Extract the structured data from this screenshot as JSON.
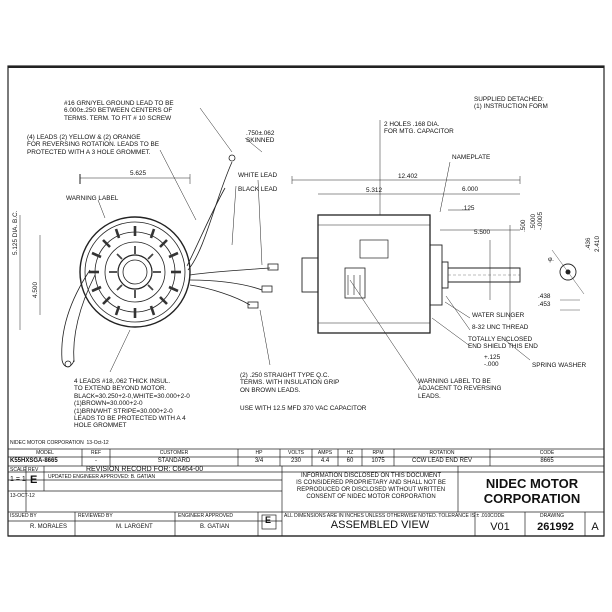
{
  "notes": {
    "ground_lead": "#16 GRN/YEL GROUND LEAD TO BE\n6.000±.250 BETWEEN CENTERS OF\nTERMS. TERM. TO FIT # 10 SCREW",
    "leads_reversing": "(4) LEADS (2) YELLOW & (2) ORANGE\nFOR REVERSING ROTATION. LEADS TO BE\nPROTECTED WITH A 3 HOLE GROMMET.",
    "skinned": ".750±.062\nSKINNED",
    "white_lead": "WHITE LEAD",
    "black_lead": "BLACK LEAD",
    "warning_label": "WARNING LABEL",
    "supplied_detached": "SUPPLIED DETACHED:\n(1) INSTRUCTION FORM",
    "holes": "2 HOLES .168 DIA.\nFOR MTG. CAPACITOR",
    "nameplate": "NAMEPLATE",
    "water_slinger": "WATER SLINGER",
    "unc_thread": "8-32 UNC THREAD",
    "enclosed_shield": "TOTALLY ENCLOSED\nEND SHIELD THIS END",
    "spring_washer": "SPRING WASHER",
    "four_leads": "4 LEADS #18,.062 THICK INSUL.\nTO EXTEND BEYOND MOTOR.\nBLACK=30.250+2-0,WHITE=30.000+2-0\n(1)BROWN=30.000+2-0\n(1)BRN/WHT STRIPE=30.000+2-0\nLEADS TO BE PROTECTED WITH A 4\nHOLE GROMMET",
    "qc_terms": "(2) .250 STRAIGHT TYPE Q.C.\nTERMS. WITH INSULATION GRIP\nON BROWN LEADS.",
    "capacitor": "USE WITH 12.5 MFD 370 VAC CAPACITOR",
    "warning_adjacent": "WARNING LABEL TO BE\nADJACENT TO REVERSING\nLEADS.",
    "nidec_small": "NIDEC MOTOR CORPORATION  13-Oct-12",
    "rotate_note": "..."
  },
  "dims": {
    "d5625": "5.625",
    "d12402": "12.402",
    "d5312": "5.312",
    "d6000": "6.000",
    "d125": ".125",
    "d5500": "5.500",
    "d500": ".500",
    "d436": ".436",
    "d453": ".453",
    "d125b": "+.125\n-.000",
    "d5125": "5.125 DIA. B.C.",
    "d4500": "4.500",
    "d2410": "2.410",
    "d0005": ".5000\n-.0005",
    "dphi": "φ.",
    "d438": ".438"
  },
  "table": {
    "headers": [
      "MODEL",
      "REF",
      "CUSTOMER",
      "HP",
      "VOLTS",
      "AMPS",
      "HZ",
      "RPM",
      "ROTATION",
      "CODE"
    ],
    "row": [
      "K55HXSGA-8665",
      "-",
      "STANDARD",
      "3/4",
      "230",
      "4.4",
      "60",
      "1075",
      "CCW LEAD END REV",
      "8665"
    ]
  },
  "titleblock": {
    "rev_letter": "E",
    "scale": "1 = 1",
    "rev_record": "REVISION RECORD FOR: C6464-00",
    "updated": "UPDATED ENGINEER APPROVED: B. GATIAN",
    "date": "13-OCT-12",
    "proprietary": "INFORMATION DISCLOSED ON THIS DOCUMENT\nIS CONSIDERED PROPRIETARY AND SHALL NOT BE\nREPRODUCED OR DISCLOSED WITHOUT WRITTEN\nCONSENT OF NIDEC MOTOR CORPORATION",
    "company": "NIDEC MOTOR\nCORPORATION",
    "drawn_by": "R. MORALES",
    "reviewed_by": "M. LARGENT",
    "approved_by": "B. GATIAN",
    "view": "ASSEMBLED VIEW",
    "code": "V01",
    "drawing": "261992",
    "sheet_rev": "A",
    "dims_note": "ALL DIMENSIONS ARE IN INCHES UNLESS OTHERWISE NOTED. TOLERANCE IS ± .010",
    "lbl_model": "MODEL",
    "lbl_rev": "REV",
    "lbl_issued": "ISSUED BY",
    "lbl_reviewed": "REVIEWED BY",
    "lbl_approved": "ENGINEER APPROVED",
    "lbl_code": "CODE",
    "lbl_drawing": "DRAWING",
    "lbl_scale": "SCALE"
  }
}
